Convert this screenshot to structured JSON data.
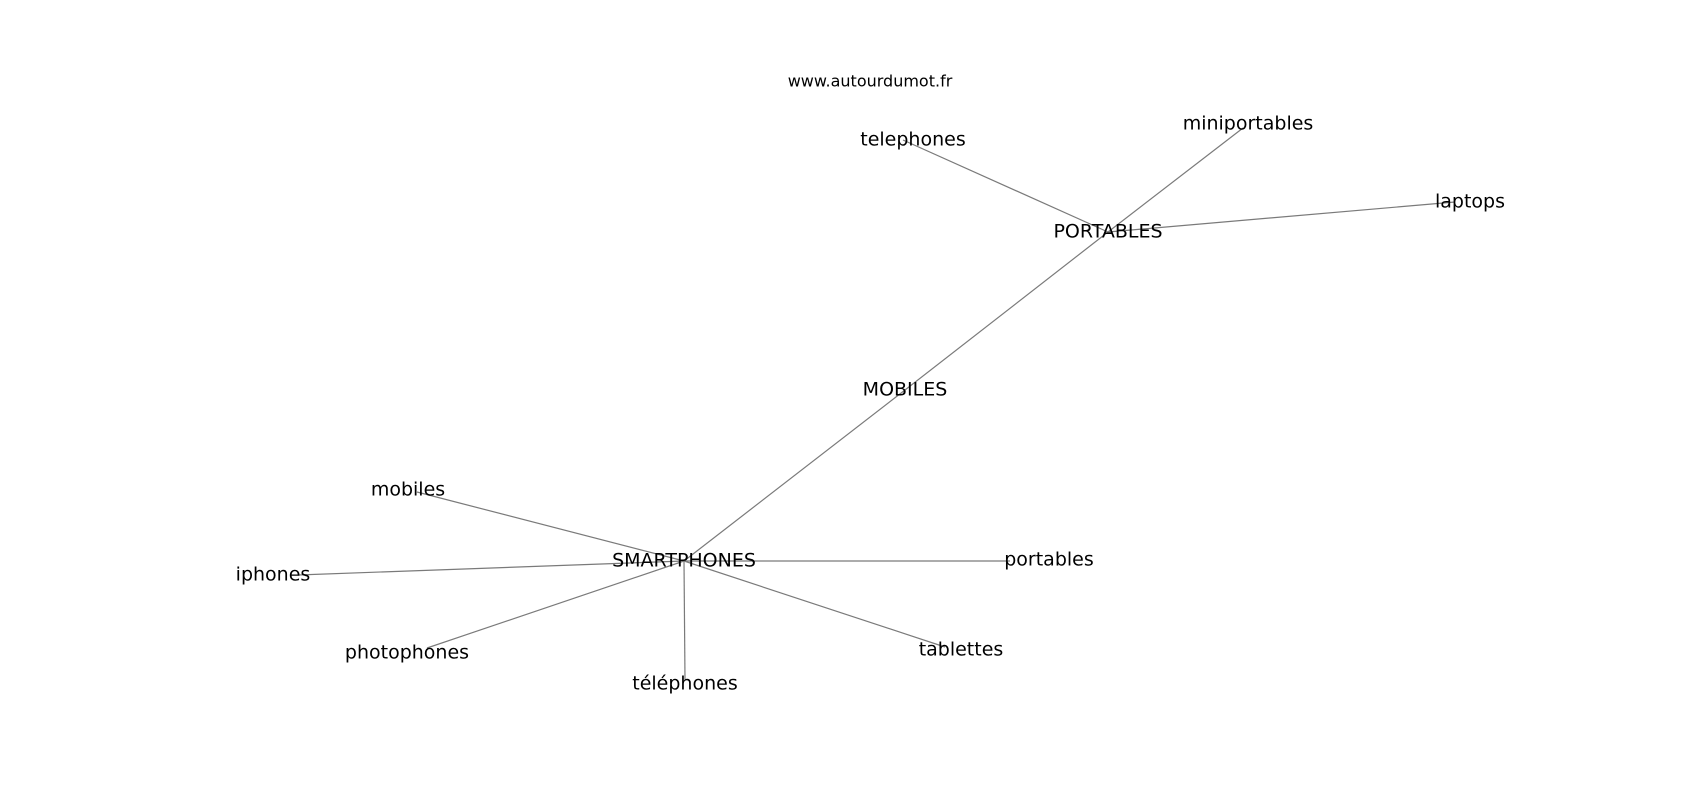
{
  "diagram": {
    "watermark": "www.autourdumot.fr",
    "nodes": [
      {
        "id": "telephones_fr",
        "label": "telephones"
      },
      {
        "id": "miniportables",
        "label": "miniportables"
      },
      {
        "id": "laptops",
        "label": "laptops"
      },
      {
        "id": "PORTABLES",
        "label": "PORTABLES"
      },
      {
        "id": "MOBILES",
        "label": "MOBILES"
      },
      {
        "id": "mobiles",
        "label": "mobiles"
      },
      {
        "id": "iphones",
        "label": "iphones"
      },
      {
        "id": "SMARTPHONES",
        "label": "SMARTPHONES"
      },
      {
        "id": "portables",
        "label": "portables"
      },
      {
        "id": "photophones",
        "label": "photophones"
      },
      {
        "id": "tablettes",
        "label": "tablettes"
      },
      {
        "id": "telephones_acc",
        "label": "téléphones"
      }
    ],
    "edges": [
      [
        "PORTABLES",
        "telephones_fr"
      ],
      [
        "PORTABLES",
        "miniportables"
      ],
      [
        "PORTABLES",
        "laptops"
      ],
      [
        "PORTABLES",
        "MOBILES"
      ],
      [
        "MOBILES",
        "SMARTPHONES"
      ],
      [
        "SMARTPHONES",
        "mobiles"
      ],
      [
        "SMARTPHONES",
        "iphones"
      ],
      [
        "SMARTPHONES",
        "portables"
      ],
      [
        "SMARTPHONES",
        "photophones"
      ],
      [
        "SMARTPHONES",
        "telephones_acc"
      ],
      [
        "SMARTPHONES",
        "tablettes"
      ]
    ]
  }
}
